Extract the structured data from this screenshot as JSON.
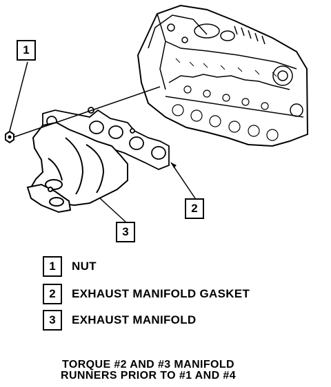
{
  "callouts": [
    {
      "number": "1",
      "target": "nut"
    },
    {
      "number": "2",
      "target": "exhaust-manifold-gasket"
    },
    {
      "number": "3",
      "target": "exhaust-manifold"
    }
  ],
  "legend": [
    {
      "number": "1",
      "label": "NUT"
    },
    {
      "number": "2",
      "label": "EXHAUST MANIFOLD GASKET"
    },
    {
      "number": "3",
      "label": "EXHAUST MANIFOLD"
    }
  ],
  "note": {
    "line1": "TORQUE #2 AND #3 MANIFOLD",
    "line2": "RUNNERS PRIOR TO #1 AND #4"
  }
}
